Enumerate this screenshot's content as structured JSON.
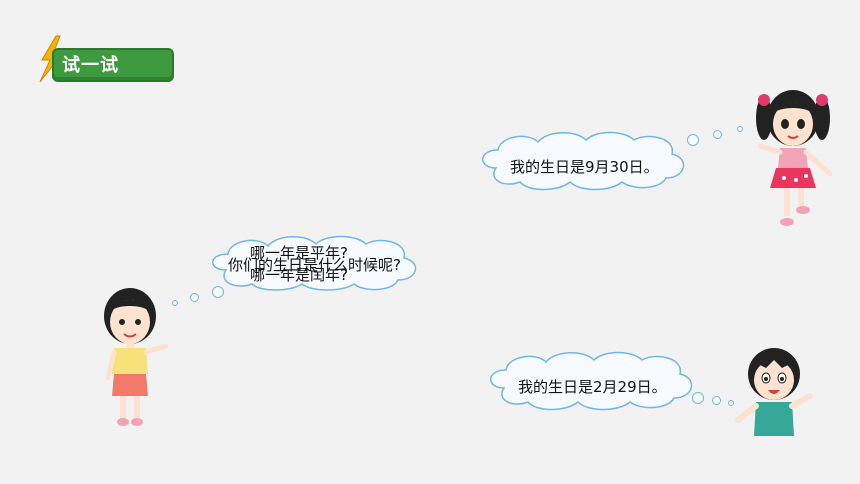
{
  "badge": {
    "label": "试一试",
    "color": "#3e9a3e"
  },
  "bubbles": {
    "girl_right": "我的生日是9月30日。",
    "boy": "我的生日是2月29日。",
    "teacher_line1": "哪一年是平年?",
    "teacher_line2": "你们的生日是什么时候呢?",
    "teacher_line3": "哪一年是闰年?"
  },
  "colors": {
    "bubble_border": "#6fb7e6",
    "bubble_fill": "#f7fbff"
  }
}
